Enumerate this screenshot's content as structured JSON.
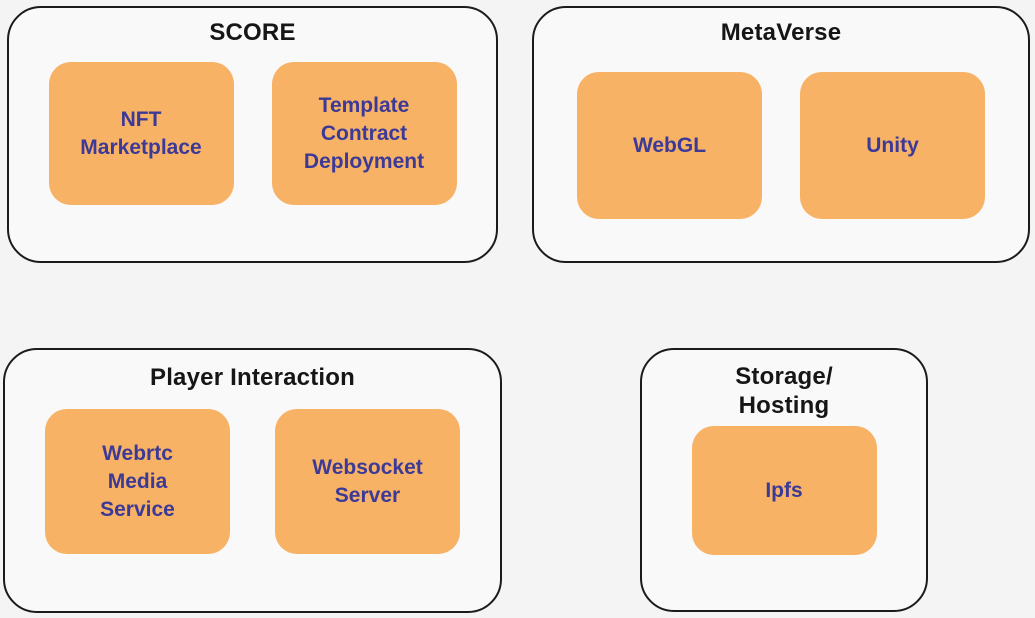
{
  "diagram": {
    "colors": {
      "background": "#F4F4F5",
      "group_fill": "#F9F9F9",
      "group_border": "#1B1B1B",
      "title_color": "#161616",
      "node_fill": "#F7B266",
      "node_text": "#3C3A96"
    },
    "groups": [
      {
        "title": "SCORE",
        "items": [
          {
            "label": "NFT\nMarketplace"
          },
          {
            "label": "Template\nContract\nDeployment"
          }
        ]
      },
      {
        "title": "MetaVerse",
        "items": [
          {
            "label": "WebGL"
          },
          {
            "label": "Unity"
          }
        ]
      },
      {
        "title": "Player Interaction",
        "items": [
          {
            "label": "Webrtc\nMedia\nService"
          },
          {
            "label": "Websocket\nServer"
          }
        ]
      },
      {
        "title": "Storage/\nHosting",
        "items": [
          {
            "label": "Ipfs"
          }
        ]
      }
    ]
  }
}
